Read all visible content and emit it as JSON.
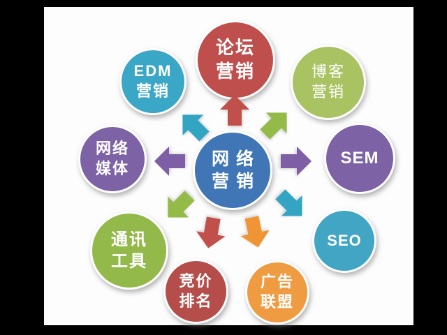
{
  "background": {
    "frame_color": "#000000",
    "canvas_color": "#fdfdfd"
  },
  "diagram": {
    "center": {
      "id": "network-marketing",
      "lines": [
        "网络",
        "营销"
      ],
      "color": "#4076b5",
      "text_color": "#ffffff"
    },
    "nodes": [
      {
        "id": "forum-marketing",
        "lines": [
          "论坛",
          "营销"
        ],
        "color": "#bf4f4d"
      },
      {
        "id": "blog-marketing",
        "lines": [
          "博客",
          "营销"
        ],
        "color": "#a5c05a"
      },
      {
        "id": "edm-marketing",
        "lines": [
          "EDM",
          "营销"
        ],
        "color": "#3ba7c7"
      },
      {
        "id": "online-media",
        "lines": [
          "网络",
          "媒体"
        ],
        "color": "#7d63a6"
      },
      {
        "id": "sem",
        "lines": [
          "SEM"
        ],
        "color": "#7d63a6"
      },
      {
        "id": "im-tools",
        "lines": [
          "通讯",
          "工具"
        ],
        "color": "#93b94b"
      },
      {
        "id": "seo",
        "lines": [
          "SEO"
        ],
        "color": "#42a5c3"
      },
      {
        "id": "bidding-ranking",
        "lines": [
          "竞价",
          "排名"
        ],
        "color": "#b54e4b"
      },
      {
        "id": "ad-alliance",
        "lines": [
          "广告",
          "联盟"
        ],
        "color": "#ee9b41"
      }
    ],
    "arrows": [
      {
        "target": "forum-marketing",
        "color": "#c2504a"
      },
      {
        "target": "blog-marketing",
        "color": "#94ba48"
      },
      {
        "target": "edm-marketing",
        "color": "#33a5c3"
      },
      {
        "target": "online-media",
        "color": "#7e5fa6"
      },
      {
        "target": "sem",
        "color": "#7e5fa6"
      },
      {
        "target": "im-tools",
        "color": "#94ba48"
      },
      {
        "target": "seo",
        "color": "#33a5c3"
      },
      {
        "target": "bidding-ranking",
        "color": "#c2504a"
      },
      {
        "target": "ad-alliance",
        "color": "#f09435"
      }
    ]
  }
}
